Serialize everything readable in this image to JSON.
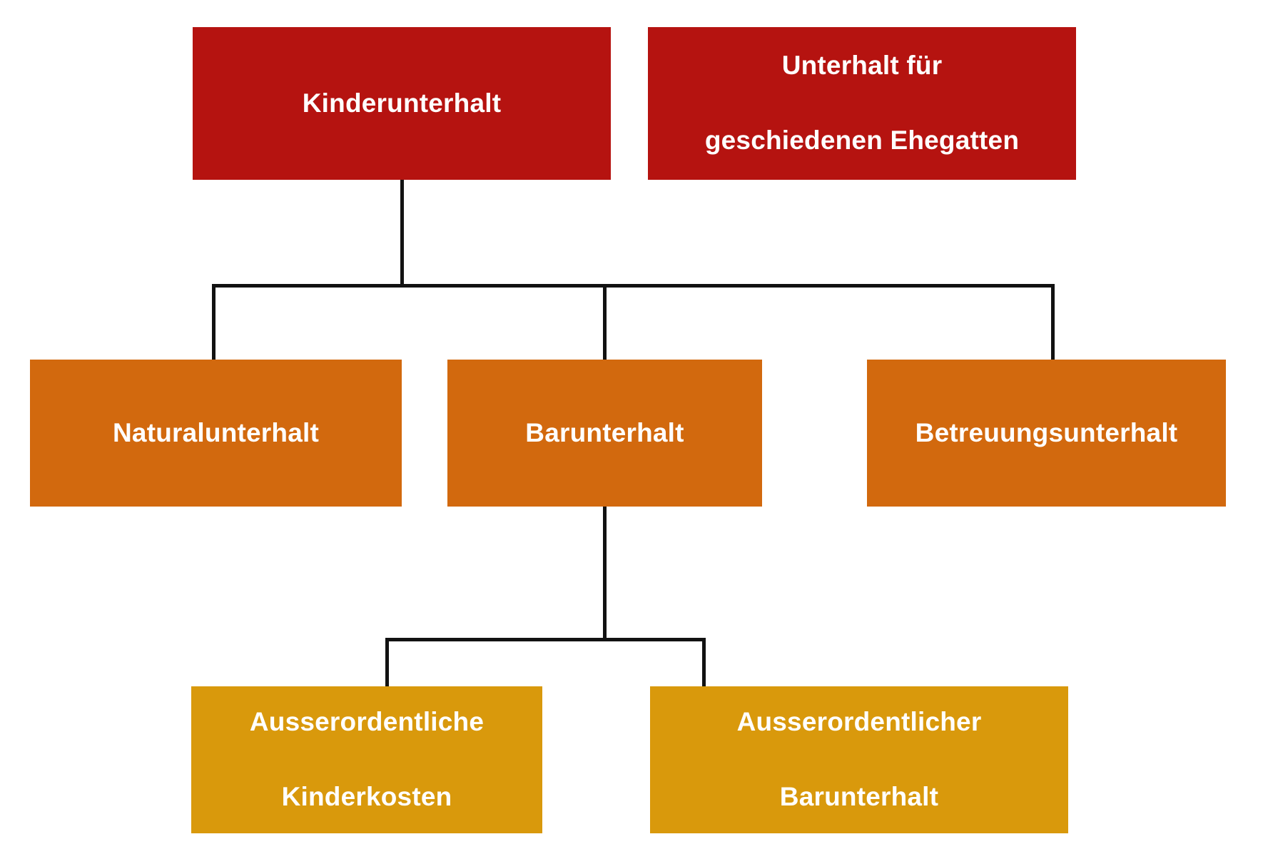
{
  "diagram": {
    "type": "hierarchy-tree",
    "language": "de",
    "background_color": "#ffffff",
    "edge_color": "#121212",
    "level_colors": {
      "level_1": "#b51310",
      "level_2": "#d2690e",
      "level_3": "#d9990c"
    },
    "text_color": "#ffffff"
  },
  "nodes": {
    "kinderunterhalt": {
      "label": "Kinderunterhalt",
      "level": 1,
      "color": "#b51310"
    },
    "ehegattenunterhalt": {
      "line1": "Unterhalt für",
      "line2": "geschiedenen Ehegatten",
      "level": 1,
      "color": "#b51310"
    },
    "naturalunterhalt": {
      "label": "Naturalunterhalt",
      "level": 2,
      "color": "#d2690e"
    },
    "barunterhalt": {
      "label": "Barunterhalt",
      "level": 2,
      "color": "#d2690e"
    },
    "betreuungsunterhalt": {
      "label": "Betreuungsunterhalt",
      "level": 2,
      "color": "#d2690e"
    },
    "ao_kinderkosten": {
      "line1": "Ausserordentliche",
      "line2": "Kinderkosten",
      "level": 3,
      "color": "#d9990c"
    },
    "ao_barunterhalt": {
      "line1": "Ausserordentlicher",
      "line2": "Barunterhalt",
      "level": 3,
      "color": "#d9990c"
    }
  },
  "edges": [
    {
      "from": "kinderunterhalt",
      "to": "naturalunterhalt"
    },
    {
      "from": "kinderunterhalt",
      "to": "barunterhalt"
    },
    {
      "from": "kinderunterhalt",
      "to": "betreuungsunterhalt"
    },
    {
      "from": "barunterhalt",
      "to": "ao_kinderkosten"
    },
    {
      "from": "barunterhalt",
      "to": "ao_barunterhalt"
    }
  ]
}
